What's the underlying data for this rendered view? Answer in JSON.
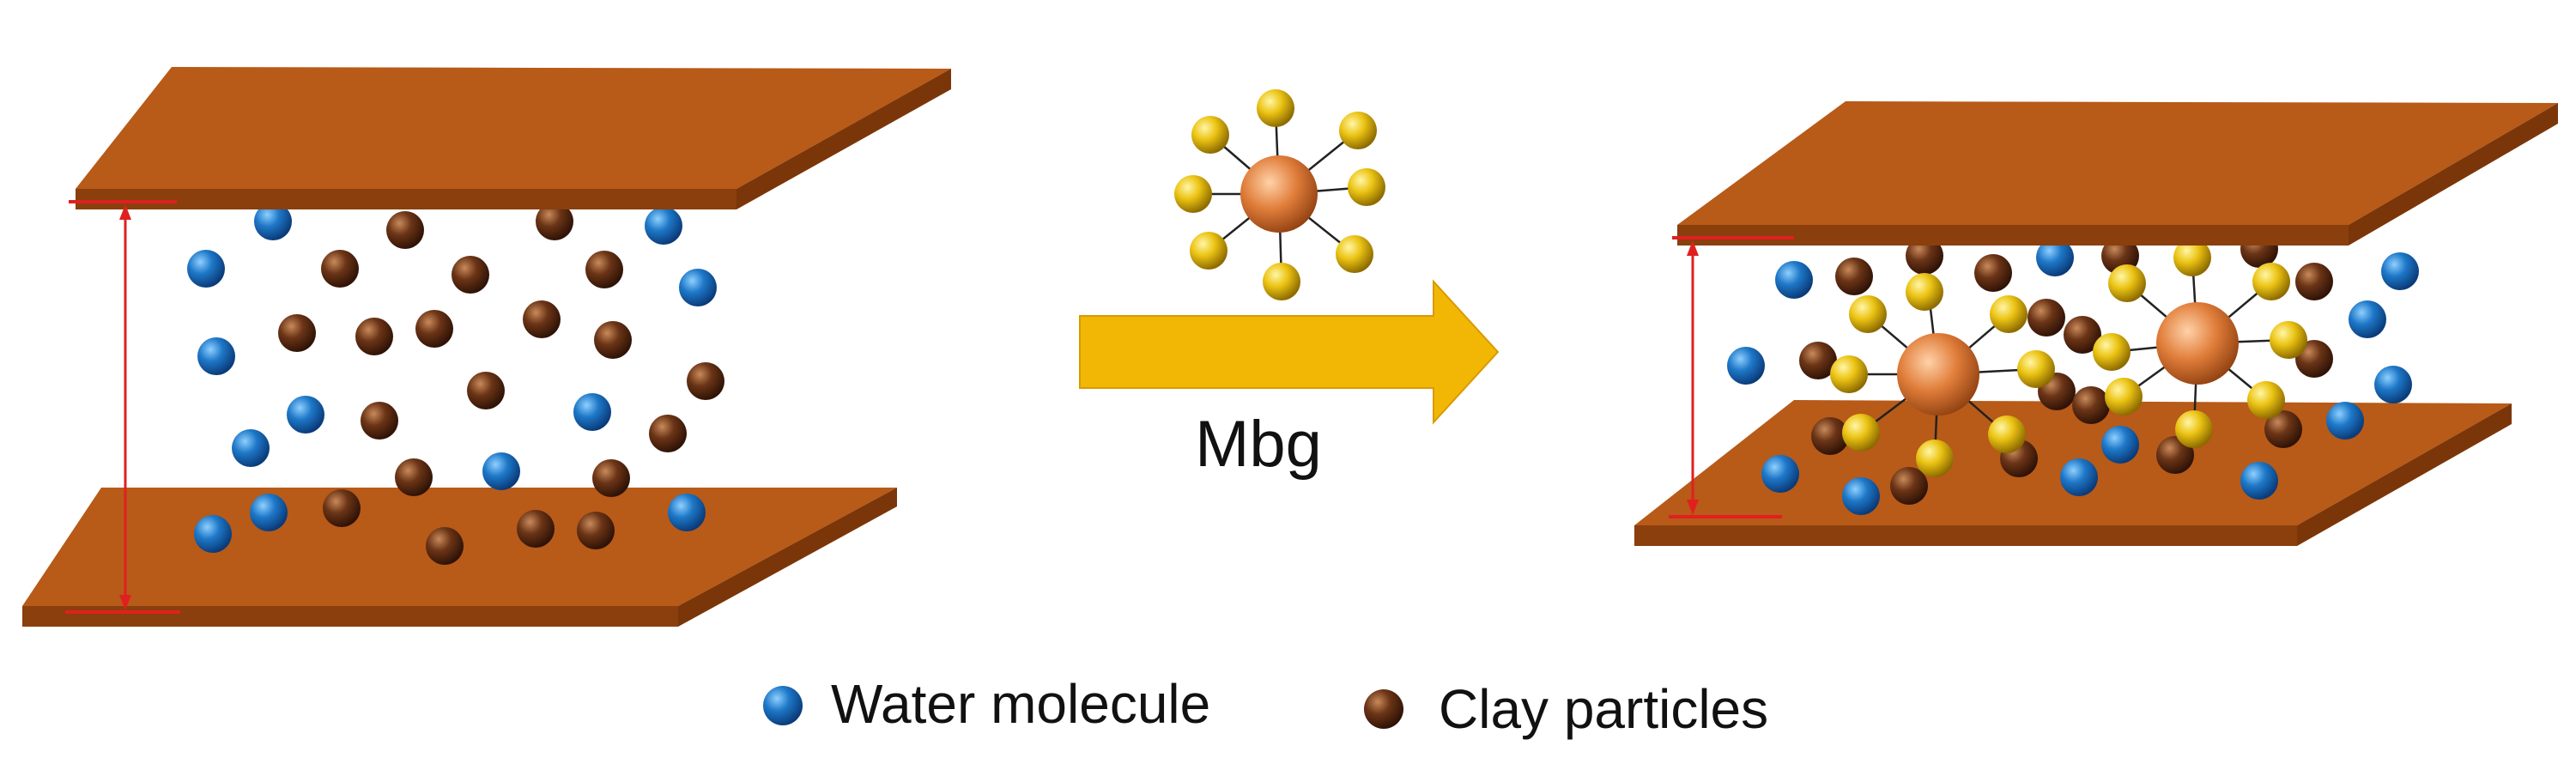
{
  "arrow_label": "Mbg",
  "legend": [
    {
      "label": "Water molecule",
      "color": "#1e6fc0"
    },
    {
      "label": "Clay particles",
      "color": "#6b3416"
    }
  ],
  "colors": {
    "plate_top": "#b85a18",
    "plate_edge": "#8a3f0d",
    "water": "#1e6fc0",
    "clay": "#6b3416",
    "gold": "#e8c013",
    "core": "#e07d3a",
    "arrow": "#f2b705",
    "distance_marker": "#e02020"
  }
}
